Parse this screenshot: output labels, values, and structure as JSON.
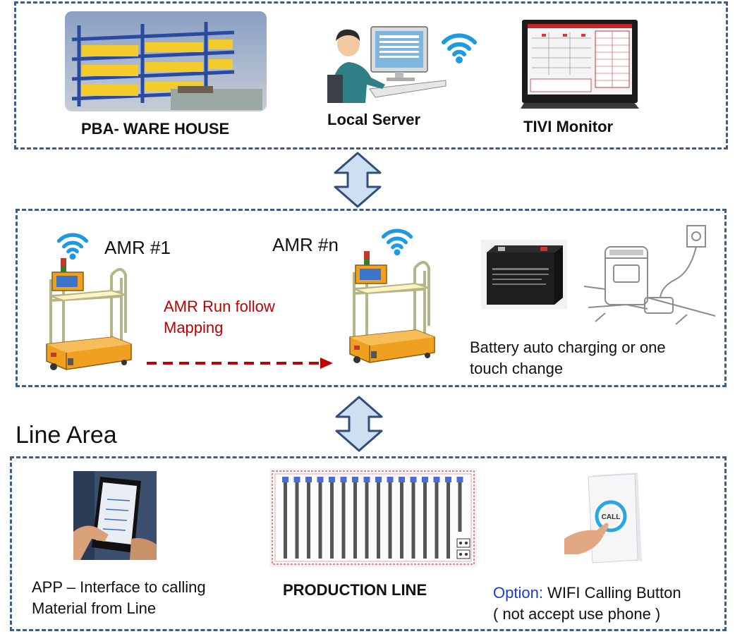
{
  "top_panel": {
    "warehouse_label": "PBA- WARE HOUSE",
    "server_label": "Local Server",
    "monitor_label": "TIVI Monitor"
  },
  "middle_panel": {
    "amr1_label": "AMR #1",
    "amrn_label": "AMR #n",
    "run_label_line1": "AMR Run follow",
    "run_label_line2": "Mapping",
    "battery_line1": "Battery auto charging or one",
    "battery_line2": "touch change"
  },
  "line_area_title": "Line Area",
  "bottom_panel": {
    "app_line1": "APP – Interface to calling",
    "app_line2": "Material from Line",
    "production_label": "PRODUCTION LINE",
    "option_prefix": "Option:",
    "option_text": " WIFI Calling Button",
    "option_line2": "( not accept use phone )",
    "call_button_text": "CALL"
  },
  "colors": {
    "panel_border": "#3f5e86",
    "arrow_fill": "#cfdff2",
    "arrow_stroke": "#2f4e7a",
    "run_text": "#c00000",
    "option_text": "#1f3ad6",
    "wifi": "#1e9be0",
    "amr_body": "#f0a020"
  }
}
